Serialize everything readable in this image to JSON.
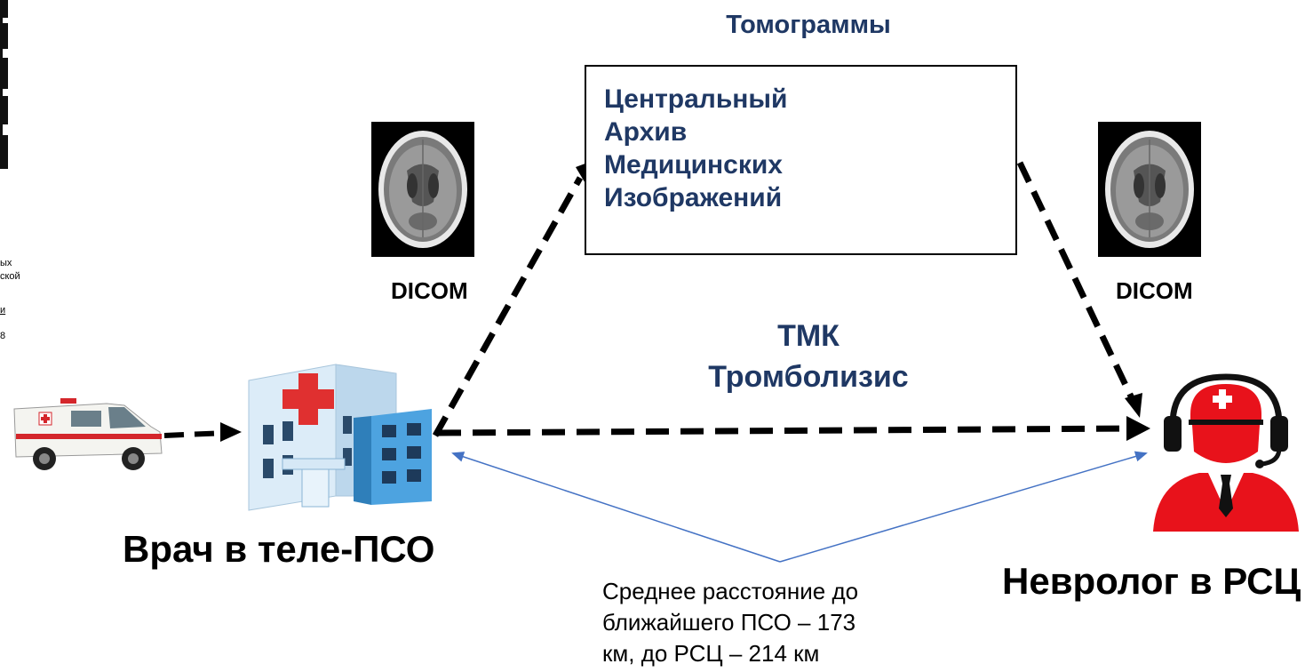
{
  "labels": {
    "tomograms": "Томограммы",
    "archive_lines": [
      "Центральный",
      "Архив",
      "Медицинских",
      "Изображений"
    ],
    "dicom_left": "DICOM",
    "dicom_right": "DICOM",
    "tmk": "ТМК",
    "thrombolysis": "Тромболизис",
    "doctor": "Врач в теле-ПСО",
    "neurologist": "Невролог в РСЦ",
    "distance_lines": [
      "Среднее расстояние до",
      "ближайшего ПСО – 173",
      "км, до РСЦ – 214 км"
    ]
  },
  "side_fragments": [
    "ых",
    "ской",
    "и",
    "8"
  ],
  "colors": {
    "text_accent": "#1f3864",
    "arrow": "#000000",
    "thin_arrow": "#4472c4",
    "avatar_red": "#e8121b",
    "cross_red": "#e03030",
    "building_blue": "#4da3e0"
  }
}
